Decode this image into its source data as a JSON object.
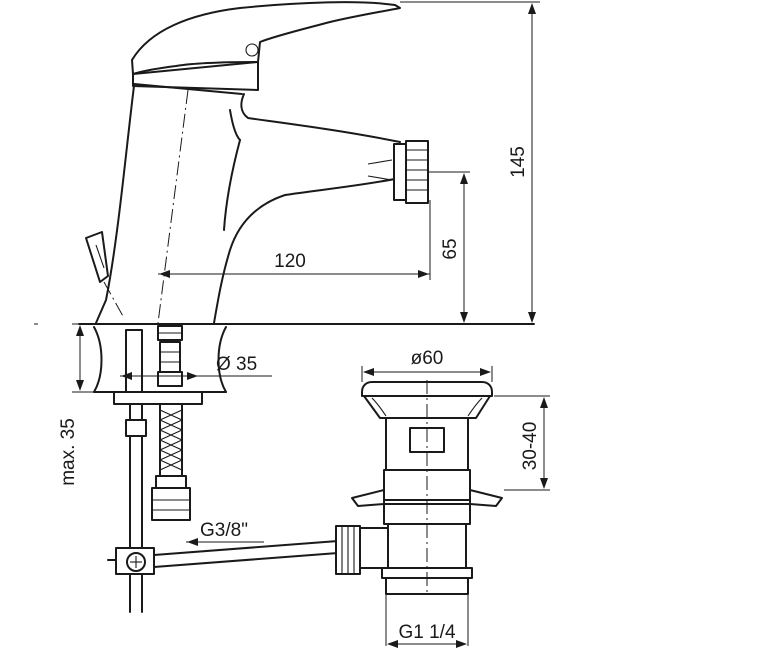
{
  "dimensions": {
    "height_total": "145",
    "spout_height": "65",
    "spout_reach": "120",
    "mount_hole_diameter": "Ø 35",
    "max_deck_thickness": "max. 35",
    "supply_thread": "G3/8\"",
    "waste_diameter": "ø60",
    "plug_lift": "30-40",
    "waste_thread": "G1 1/4"
  }
}
